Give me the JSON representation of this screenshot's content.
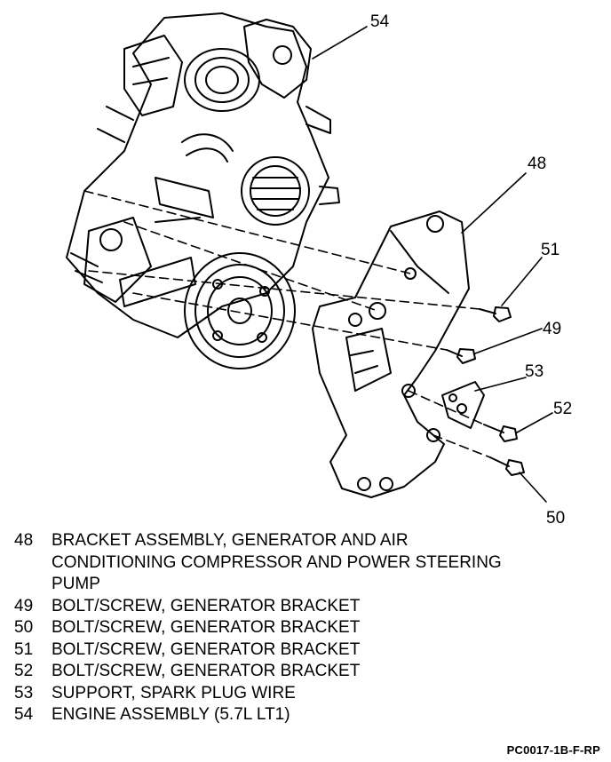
{
  "callouts": [
    {
      "id": "54",
      "label": "54"
    },
    {
      "id": "48",
      "label": "48"
    },
    {
      "id": "51",
      "label": "51"
    },
    {
      "id": "49",
      "label": "49"
    },
    {
      "id": "53",
      "label": "53"
    },
    {
      "id": "52",
      "label": "52"
    },
    {
      "id": "50",
      "label": "50"
    }
  ],
  "legend": [
    {
      "num": "48",
      "text": "BRACKET ASSEMBLY, GENERATOR AND AIR\nCONDITIONING COMPRESSOR AND POWER STEERING\nPUMP"
    },
    {
      "num": "49",
      "text": "BOLT/SCREW, GENERATOR BRACKET"
    },
    {
      "num": "50",
      "text": "BOLT/SCREW, GENERATOR BRACKET"
    },
    {
      "num": "51",
      "text": "BOLT/SCREW, GENERATOR BRACKET"
    },
    {
      "num": "52",
      "text": "BOLT/SCREW, GENERATOR BRACKET"
    },
    {
      "num": "53",
      "text": "SUPPORT, SPARK PLUG WIRE"
    },
    {
      "num": "54",
      "text": "ENGINE ASSEMBLY (5.7L LT1)"
    }
  ],
  "figure_code": "PC0017-1B-F-RP",
  "colors": {
    "ink": "#000000",
    "paper": "#ffffff"
  }
}
